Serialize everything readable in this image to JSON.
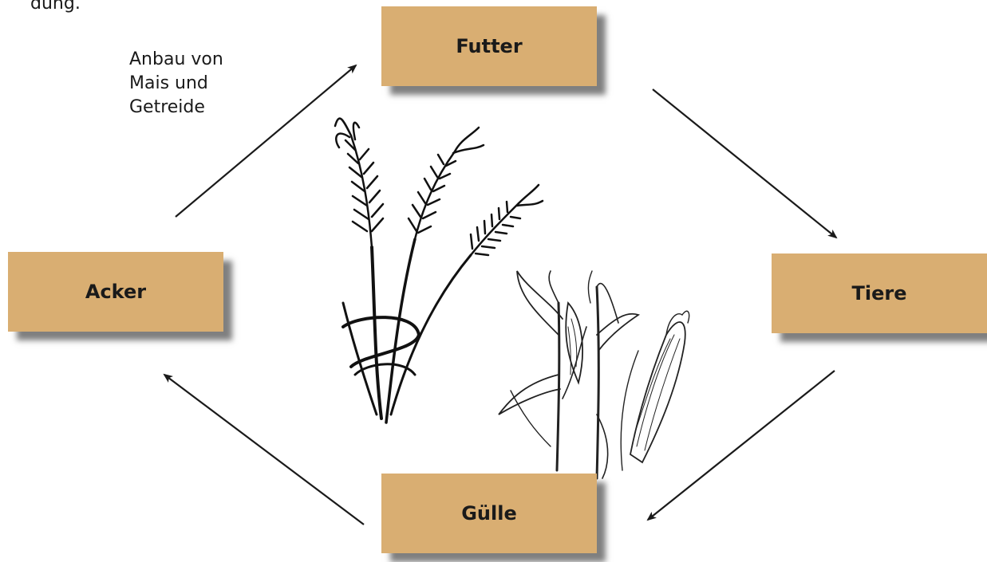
{
  "header": {
    "fragment": "dung."
  },
  "annotation": {
    "text": "Anbau von\nMais und\nGetreide"
  },
  "nodes": {
    "futter": "Futter",
    "acker": "Acker",
    "tiere": "Tiere",
    "guelle": "Gülle"
  },
  "colors": {
    "box_fill": "#d9ae72",
    "arrow": "#1a1a1a"
  },
  "illustrations": [
    "wheat-illustration",
    "corn-illustration"
  ]
}
